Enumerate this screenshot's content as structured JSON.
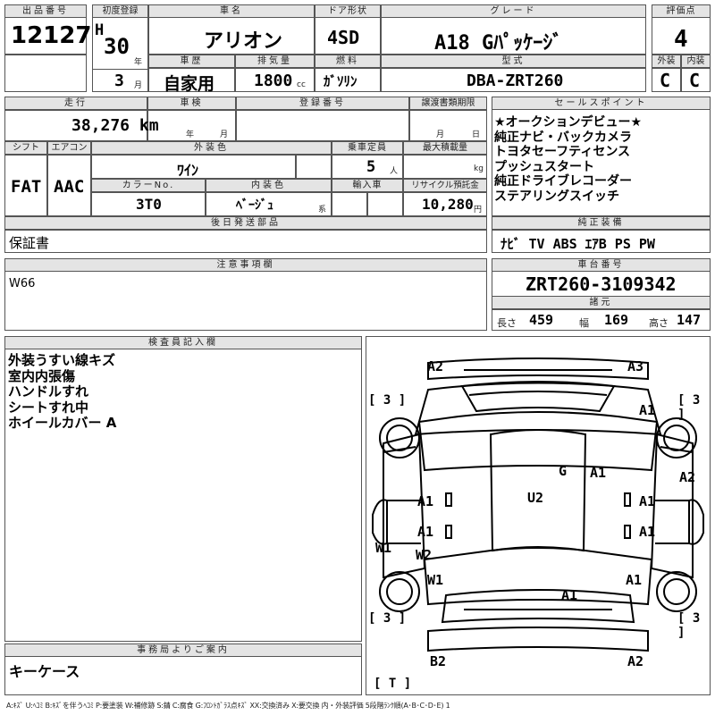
{
  "header": {
    "lot_no_label": "出品番号",
    "lot_no": "12127",
    "first_reg_label": "初度登録",
    "era": "H",
    "year": "30",
    "year_unit": "年",
    "month": "3",
    "month_unit": "月",
    "car_name_label": "車名",
    "car_name": "アリオン",
    "history_label": "車歴",
    "history": "自家用",
    "displacement_label": "排気量",
    "displacement": "1800",
    "displacement_unit": "cc",
    "door_label": "ドア形状",
    "door": "4SD",
    "fuel_label": "燃料",
    "fuel": "ｶﾞｿﾘﾝ",
    "grade_label": "グレード",
    "grade": "A18 Gﾊﾟｯｹｰｼﾞ",
    "model_label": "型式",
    "model": "DBA-ZRT260",
    "score_label": "評価点",
    "score": "4",
    "ext_label": "外装",
    "ext": "C",
    "int_label": "内装",
    "int": "C"
  },
  "spec": {
    "mileage_label": "走行",
    "mileage": "38,276 km",
    "inspection_label": "車検",
    "year_unit": "年",
    "month_unit": "月",
    "reg_no_label": "登録番号",
    "transfer_label": "譲渡書類期限",
    "transfer_month": "月",
    "transfer_day": "日",
    "shift_label": "シフト",
    "shift": "FAT",
    "ac_label": "エアコン",
    "ac": "AAC",
    "ext_color_label": "外装色",
    "ext_color": "ﾜｲﾝ",
    "capacity_label": "乗車定員",
    "capacity": "5",
    "capacity_unit": "人",
    "max_load_label": "最大積載量",
    "max_load_unit": "kg",
    "color_no_label": "カラーNo.",
    "color_no": "3T0",
    "int_color_label": "内装色",
    "int_color": "ﾍﾞｰｼﾞｭ",
    "int_color_unit": "系",
    "import_label": "輸入車",
    "recycle_label": "リサイクル預託金",
    "recycle": "10,280",
    "recycle_unit": "円",
    "later_parts_label": "後日発送部品",
    "later_parts": "保証書"
  },
  "sales_points": {
    "label": "セールスポイント",
    "items": [
      "★オークションデビュー★",
      "純正ナビ・バックカメラ",
      "トヨタセーフティセンス",
      "プッシュスタート",
      "純正ドライブレコーダー",
      "ステアリングスイッチ"
    ]
  },
  "equipment": {
    "label": "純正装備",
    "items": "ﾅﾋﾞ TV ABS ｴｱB PS PW"
  },
  "notes": {
    "label": "注意事項欄",
    "text": "W66"
  },
  "chassis": {
    "label": "車台番号",
    "number": "ZRT260-3109342",
    "dims_label": "諸元",
    "length_label": "長さ",
    "length": "459",
    "width_label": "幅",
    "width": "169",
    "height_label": "高さ",
    "height": "147"
  },
  "inspector": {
    "label": "検査員記入欄",
    "lines": [
      "外装うすい線キズ",
      "室内内張傷",
      "ハンドルすれ",
      "シートすれ中",
      "ホイールカバー A"
    ]
  },
  "office": {
    "label": "事務局よりご案内",
    "text": "キーケース"
  },
  "diagram": {
    "marks": {
      "front_left_bumper": "A2",
      "front_right_bumper": "A3",
      "front_right_fender": "A1",
      "windshield": "G",
      "windshield_corner": "A1",
      "right_edge": "A2",
      "roof": "U2",
      "left_front_door": "A1",
      "right_front_door": "A1",
      "left_rear_door": "A1",
      "right_rear_door": "A1",
      "left_sill": "W2",
      "left_pillar": "W1",
      "left_rear_door2": "W1",
      "right_rear_fender": "A1",
      "trunk": "A1",
      "rear_left_bumper": "B2",
      "rear_right_bumper": "A2",
      "tire_fl": "[ 3 ]",
      "tire_fr": "[ 3 ]",
      "tire_rl": "[ 3 ]",
      "tire_rr": "[ 3 ]",
      "spare": "[ T ]"
    }
  },
  "legend": "A:ｷｽﾞ U:ﾍｺﾐ B:ｷｽﾞを伴うﾍｺﾐ P:要塗装 W:補修跡 S:錆 C:腐食 G:ﾌﾛﾝﾄｶﾞﾗｽ点ｷｽﾞ XX:交換済み X:要交換 内・外装評価 5段階ﾗﾝｸ順(A･B･C･D･E) 1"
}
